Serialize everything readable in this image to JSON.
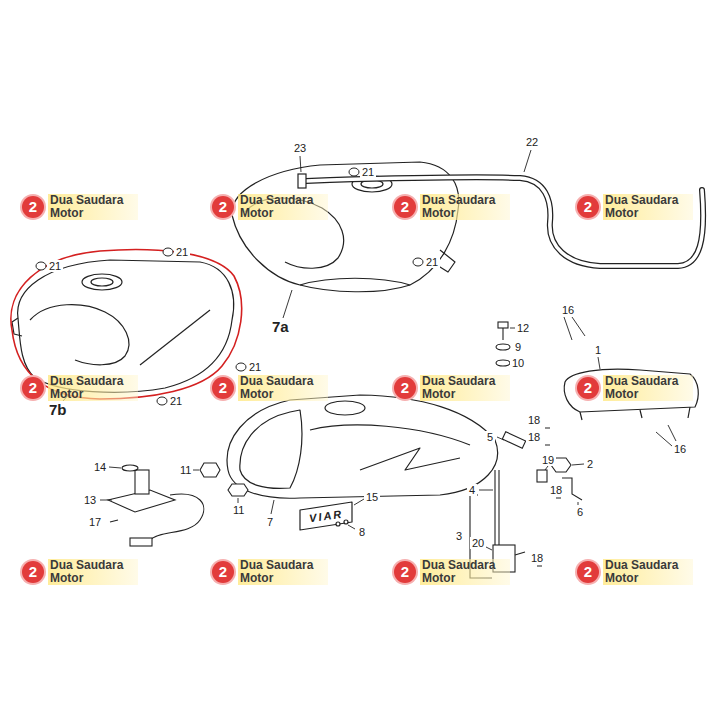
{
  "diagram": {
    "labels": [
      "22",
      "23",
      "21",
      "2",
      "Dua Saudara Motor",
      "2",
      "Dua Saudara Motor",
      "2",
      "Dua Saudara Motor",
      "2",
      "Dua Saudara Motor",
      "21",
      "21",
      "21",
      "16",
      "7a",
      "12",
      "1",
      "9",
      "10",
      "21",
      "2",
      "Dua Saudara Motor",
      "2",
      "Dua Saudara Motor",
      "2",
      "Dua Saudara Motor",
      "2",
      "Dua Saudara Motor",
      "21",
      "7b",
      "18",
      "5",
      "18",
      "16",
      "19",
      "2",
      "14",
      "11",
      "18",
      "4",
      "15",
      "13",
      "11",
      "6",
      "VIAR",
      "7",
      "17",
      "8",
      "3",
      "20",
      "18",
      "2",
      "Dua Saudara Motor",
      "2",
      "Dua Saudara Motor",
      "2",
      "Dua Saudara Motor",
      "2",
      "Dua Saudara Motor"
    ]
  }
}
